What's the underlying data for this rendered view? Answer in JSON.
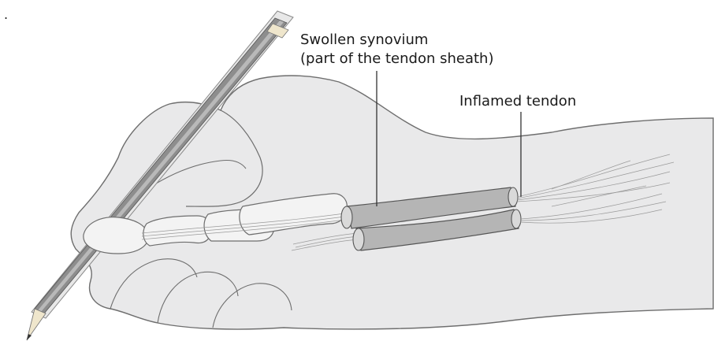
{
  "corner_mark": ".",
  "labels": {
    "synovium_line1": "Swollen synovium",
    "synovium_line2": "(part of the tendon sheath)",
    "tendon": "Inflamed tendon"
  },
  "colors": {
    "skin": "#e9e9ea",
    "outline": "#6e6e6e",
    "bone": "#f3f3f3",
    "sheath": "#b5b5b5",
    "pencil_body": "#8d8d8d",
    "pencil_tip": "#efe6cc"
  },
  "icons": {
    "pencil": "pencil-icon"
  }
}
